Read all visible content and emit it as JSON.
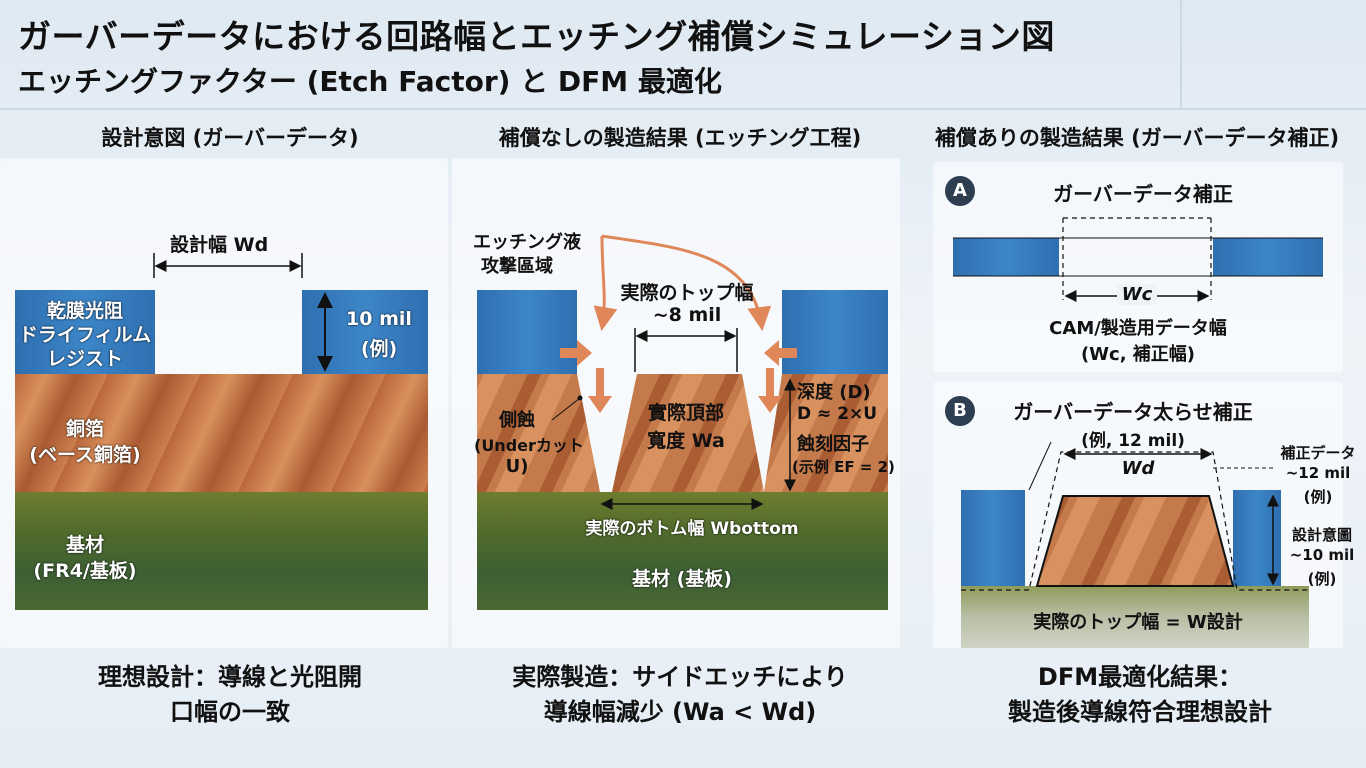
{
  "title": "ガーバーデータにおける回路幅とエッチング補償シミュレーション図",
  "subtitle": "エッチングファクター (Etch Factor) と DFM 最適化",
  "columns": {
    "left": {
      "header": "設計意図 (ガーバーデータ)",
      "design_width": "設計幅 Wd",
      "resist": [
        "乾膜光阻",
        "ドライフィルム",
        "レジスト"
      ],
      "thickness": [
        "10 mil",
        "(例)"
      ],
      "copper": [
        "銅箔",
        "(ベース銅箔)"
      ],
      "substrate": [
        "基材",
        "(FR4/基板)"
      ],
      "footer": [
        "理想設計：導線と光阻開",
        "口幅の一致"
      ]
    },
    "middle": {
      "header": "補償なしの製造結果 (エッチング工程)",
      "etchant": [
        "エッチング液",
        "攻撃區域"
      ],
      "top_width": [
        "実際のトップ幅",
        "~8 mil"
      ],
      "undercut": [
        "側蝕",
        "(Underカット",
        "U)"
      ],
      "trace": [
        "實際頂部",
        "寬度 Wa"
      ],
      "depth": [
        "深度 (D)",
        "D ≈ 2×U",
        "蝕刻因子",
        "(示例 EF = 2)"
      ],
      "bottom_width": "実際のボトム幅 Wbottom",
      "substrate": "基材 (基板)",
      "footer": [
        "実際製造：サイドエッチにより",
        "導線幅減少 (Wa < Wd)"
      ]
    },
    "right": {
      "header": "補償ありの製造結果 (ガーバーデータ補正)",
      "a_badge": "A",
      "a_title": "ガーバーデータ補正",
      "a_wc": "Wc",
      "a_caption": [
        "CAM/製造用データ幅",
        "(Wc, 補正幅)"
      ],
      "b_badge": "B",
      "b_title": "ガーバーデータ太らせ補正",
      "b_example": "(例, 12 mil)",
      "b_wd": "Wd",
      "b_corr": [
        "補正データ",
        "~12 mil",
        "(例)"
      ],
      "b_design": [
        "設計意圖",
        "~10 mil",
        "(例)"
      ],
      "b_top": "実際のトップ幅 = W設計",
      "footer": [
        "DFM最適化結果：",
        "製造後導線符合理想設計"
      ]
    }
  },
  "colors": {
    "resist": "#3a80c2",
    "copper": "#c47a4a",
    "substrate": "#4f6a2c",
    "arrow": "#e0875a"
  }
}
